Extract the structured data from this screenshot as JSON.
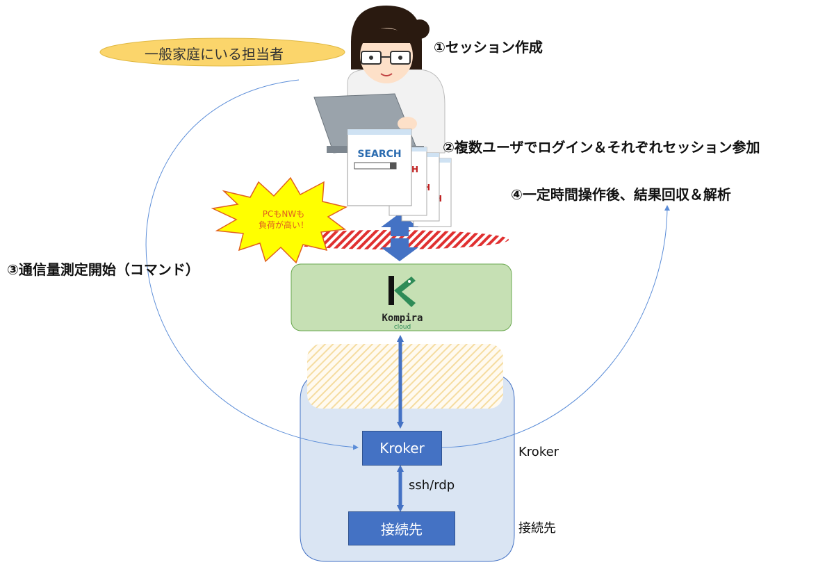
{
  "labels": {
    "person_role": "一般家庭にいる担当者",
    "step1": "①セッション作成",
    "step2": "②複数ユーザでログイン＆それぞれセッション参加",
    "step3": "③通信量測定開始（コマンド）",
    "step4": "④一定時間操作後、結果回収＆解析",
    "burst_line1": "PCもNWも",
    "burst_line2": "負荷が高い！",
    "browser_search": "SEARCH",
    "browser_tab_letter": "H",
    "kompira_logo": "Kompira",
    "kompira_logo_sub": "cloud",
    "kroker_box": "Kroker",
    "kroker_side": "Kroker",
    "ssh_label": "ssh/rdp",
    "target_box": "接続先",
    "target_side": "接続先"
  },
  "colors": {
    "ellipse_fill": "#fbd56b",
    "kompira_fill": "#c6e0b4",
    "kompira_border": "#6aa84f",
    "kroker_area_fill": "#dae5f3",
    "box_fill": "#4472c4",
    "arrow": "#4472c4",
    "curve": "#5b8dd8",
    "burst_fill": "#ffff00",
    "burst_text": "#e06020",
    "hatch_red": "#e03030"
  }
}
